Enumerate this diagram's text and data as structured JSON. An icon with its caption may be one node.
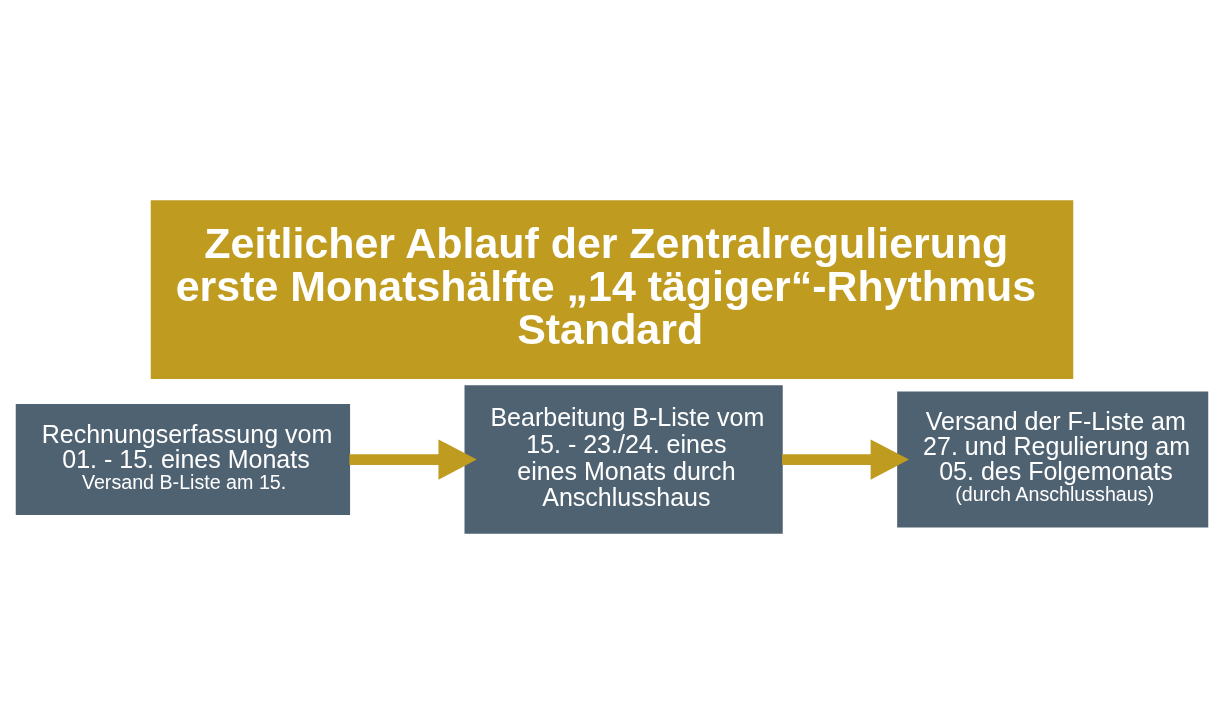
{
  "diagram": {
    "title": "Zeitlicher Ablauf der Zentralregulierung erste Monatshälfte „14 tägiger“-Rhythmus Standard",
    "nodes": [
      {
        "text": [
          "Rechnungserfassung vom 01. - 15. eines Monats",
          "Versand B-Liste am 15."
        ]
      },
      {
        "text": [
          "Bearbeitung B-Liste vom 15. - 23./24. eines eines Monats durch Anschlusshaus"
        ]
      },
      {
        "text": [
          "Versand der F-Liste am 27. und Regulierung am 05. des Folgemonats",
          "(durch Anschlusshaus)"
        ]
      }
    ],
    "edges": [
      {
        "from": 0,
        "to": 1,
        "arrow": "to"
      },
      {
        "from": 1,
        "to": 2,
        "arrow": "to"
      }
    ]
  }
}
